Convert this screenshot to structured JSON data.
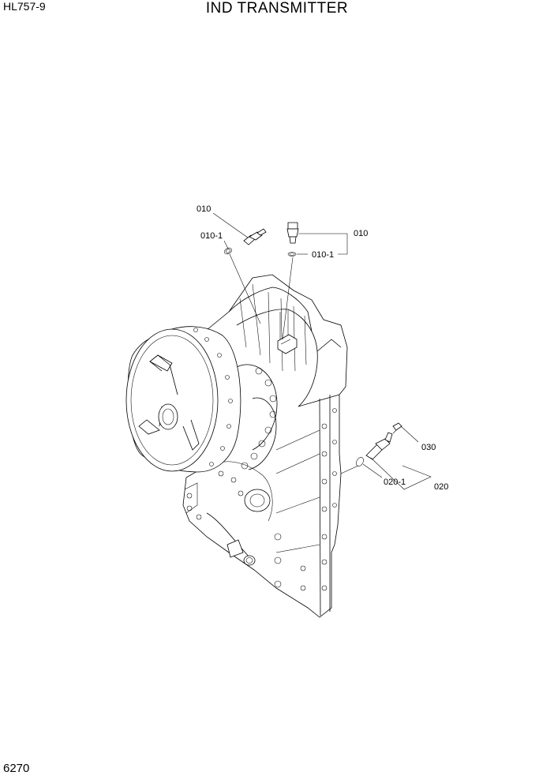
{
  "header": {
    "model": "HL757-9",
    "title": "IND TRANSMITTER"
  },
  "footer": {
    "page_number": "6270"
  },
  "callouts": {
    "c010_left": "010",
    "c0101_left": "010-1",
    "c010_right": "010",
    "c0101_right": "010-1",
    "c030": "030",
    "c0201": "020-1",
    "c020": "020"
  }
}
